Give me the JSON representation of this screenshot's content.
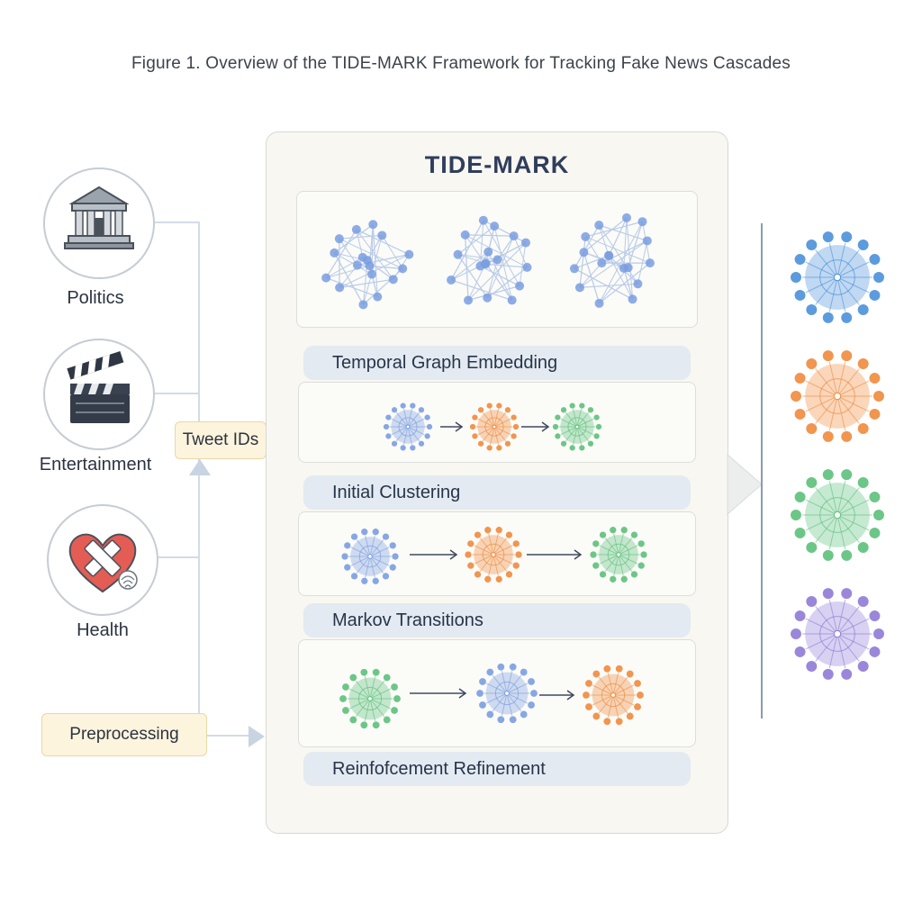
{
  "figure_title": "Figure 1. Overview of the TIDE-MARK Framework for Tracking Fake News Cascades",
  "framework_title": "TIDE-MARK",
  "categories": [
    {
      "label": "Politics",
      "icon": "government-building-icon"
    },
    {
      "label": "Entertainment",
      "icon": "clapperboard-icon"
    },
    {
      "label": "Health",
      "icon": "heart-cross-icon"
    }
  ],
  "inputs": {
    "tweet_ids": "Tweet IDs",
    "preprocessing": "Preprocessing"
  },
  "stages": [
    "Temporal Graph Embedding",
    "Initial Clustering",
    "Markov Transitions",
    "Reinfofcement Refinement"
  ],
  "output_cluster_colors": [
    "#4a90d9",
    "#f08a3c",
    "#5cc07a",
    "#8f7ad6"
  ],
  "colors": {
    "panel_bg": "#f8f7f1",
    "stage_bg": "#e3eaf1",
    "tag_bg": "#fdf4dd",
    "node_blue": "#7a9de0",
    "edge": "#b9cbe8"
  }
}
